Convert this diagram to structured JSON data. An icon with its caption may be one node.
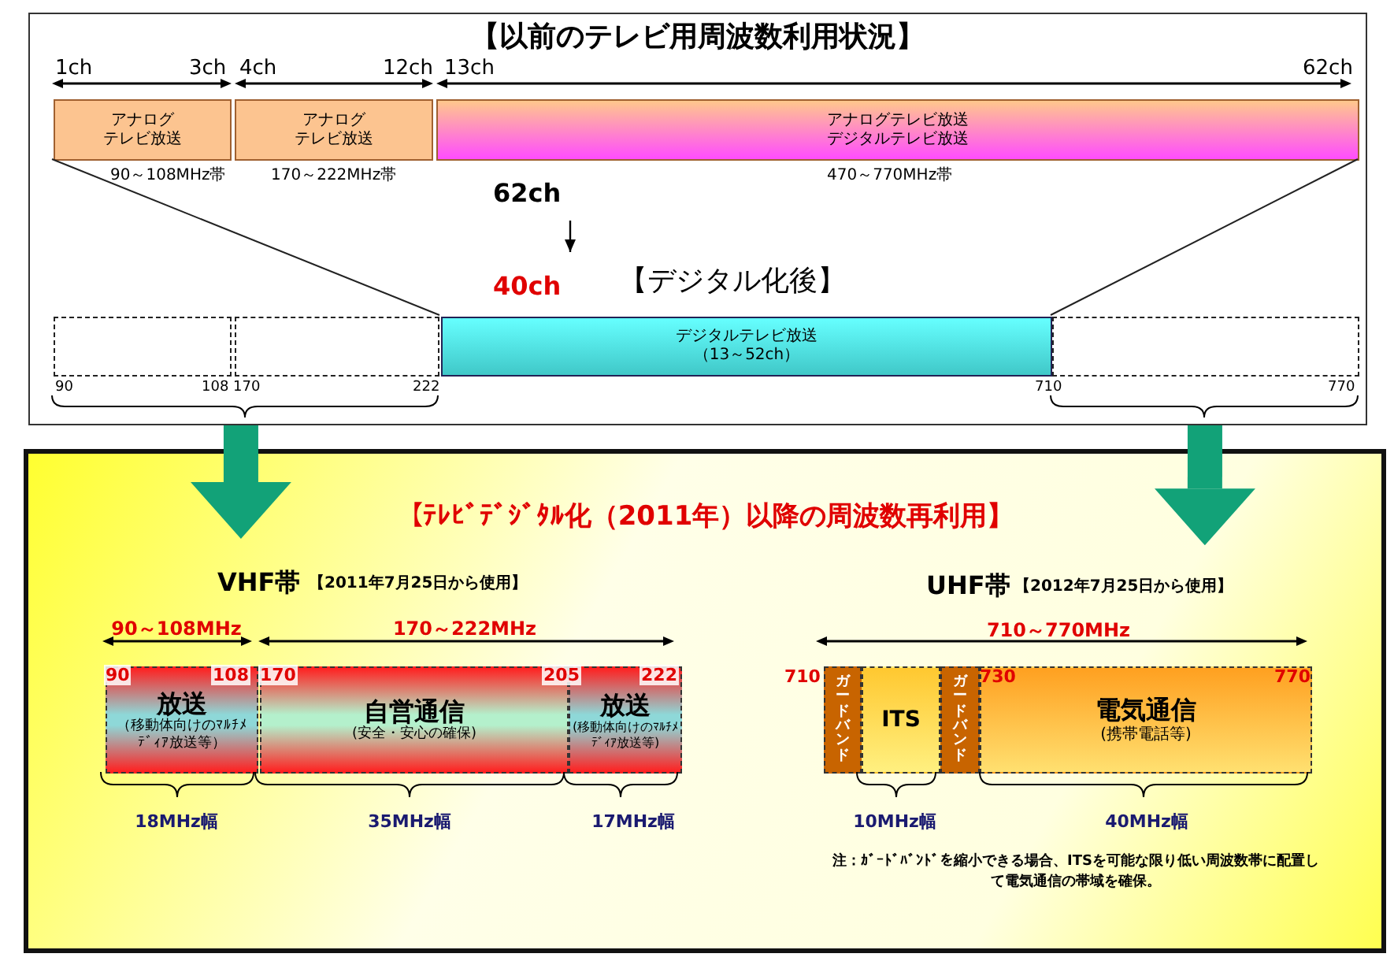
{
  "diagram": {
    "nodes": [
      {
        "text": [
          "【以前のテレビ用周波数利用状況】"
        ]
      },
      {
        "text": [
          "アナログテレビ放送"
        ],
        "in": 0,
        "beside": [
          "90～108MHz帯"
        ]
      },
      {
        "text": [
          "アナログテレビ放送"
        ],
        "in": 0,
        "beside": [
          "170～222MHz帯"
        ]
      },
      {
        "text": [
          "アナログテレビ放送デジタルテレビ放送"
        ],
        "in": 0,
        "beside": [
          "470～770MHz帯"
        ]
      },
      {
        "text": [],
        "shape": "box",
        "in": 0
      },
      {
        "text": [],
        "shape": "box",
        "in": 0
      },
      {
        "text": [
          "デジタルテレビ放送（13～52ch）"
        ],
        "in": 0
      },
      {
        "text": [],
        "shape": "box",
        "in": 0
      },
      {
        "text": [
          "【ﾃﾚﾋﾞﾃﾞｼﾞﾀﾙ化（2011年）以降の周波数再利用】"
        ]
      },
      {
        "text": [
          "放送",
          "（移動体向けのﾏﾙﾁﾒﾃﾞｨｱ放送等）"
        ],
        "in": 8
      },
      {
        "text": [
          "自営通信",
          "(安全・安心の確保)"
        ],
        "in": 8
      },
      {
        "text": [
          "放送",
          "(移動体向けのﾏﾙﾁﾒﾃﾞｨｱ放送等)"
        ],
        "in": 8
      },
      {
        "text": [
          "ガードバンド"
        ],
        "in": 8
      },
      {
        "text": [
          "ITS"
        ],
        "in": 8
      },
      {
        "text": [
          "ガードバンド"
        ],
        "in": 8
      },
      {
        "text": [
          "電気通信",
          "(携帯電話等)"
        ],
        "in": 8
      }
    ],
    "edges": [
      {
        "from": 1,
        "to": 6,
        "arrow": "none"
      },
      {
        "from": 3,
        "to": 6,
        "arrow": "none"
      },
      {
        "from": 0,
        "to": 8,
        "arrow": "to",
        "style": "thick",
        "color": "#12a278"
      },
      {
        "from": 0,
        "to": 8,
        "arrow": "to",
        "style": "thick",
        "color": "#12a278"
      }
    ],
    "labels": [
      "1ch",
      "3ch",
      "4ch",
      "12ch",
      "13ch",
      "62ch",
      "62ch",
      "40ch",
      "【デジタル化後】",
      "90",
      "108",
      "170",
      "222",
      "710",
      "770",
      "VHF帯",
      "【2011年7月25日から使用】",
      "UHF帯",
      "【2012年7月25日から使用】",
      "90～108MHz",
      "170～222MHz",
      "710～770MHz",
      "90",
      "108",
      "170",
      "205",
      "222",
      "710",
      "730",
      "770",
      "18MHz幅",
      "35MHz幅",
      "17MHz幅",
      "10MHz幅",
      "40MHz幅",
      "注：ｶﾞｰﾄﾞﾊﾞﾝﾄﾞを縮小できる場合、ITSを可能な限り低い周波数帯に配置して電気通信の帯域を確保。"
    ]
  }
}
